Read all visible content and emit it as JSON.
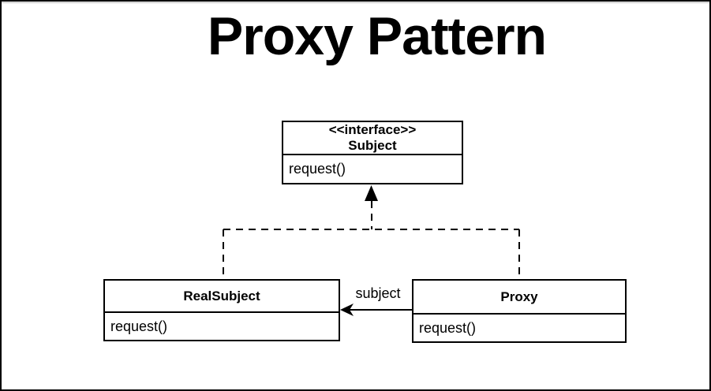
{
  "page": {
    "title": "Proxy Pattern"
  },
  "colors": {
    "stroke": "#000000",
    "background": "#ffffff"
  },
  "diagram": {
    "classes": [
      {
        "stereotype": "<<interface>>",
        "name": "Subject",
        "methods": [
          "request()"
        ]
      },
      {
        "name": "RealSubject",
        "methods": [
          "request()"
        ]
      },
      {
        "name": "Proxy",
        "methods": [
          "request()"
        ]
      }
    ],
    "relationships": [
      {
        "type": "realization",
        "from": "RealSubject",
        "to": "Subject",
        "line_style": "dashed",
        "arrowhead": "filled-triangle"
      },
      {
        "type": "realization",
        "from": "Proxy",
        "to": "Subject",
        "line_style": "dashed",
        "arrowhead": "filled-triangle"
      },
      {
        "type": "association",
        "from": "Proxy",
        "to": "RealSubject",
        "label": "subject",
        "line_style": "solid",
        "arrowhead": "filled-arrow"
      }
    ]
  }
}
